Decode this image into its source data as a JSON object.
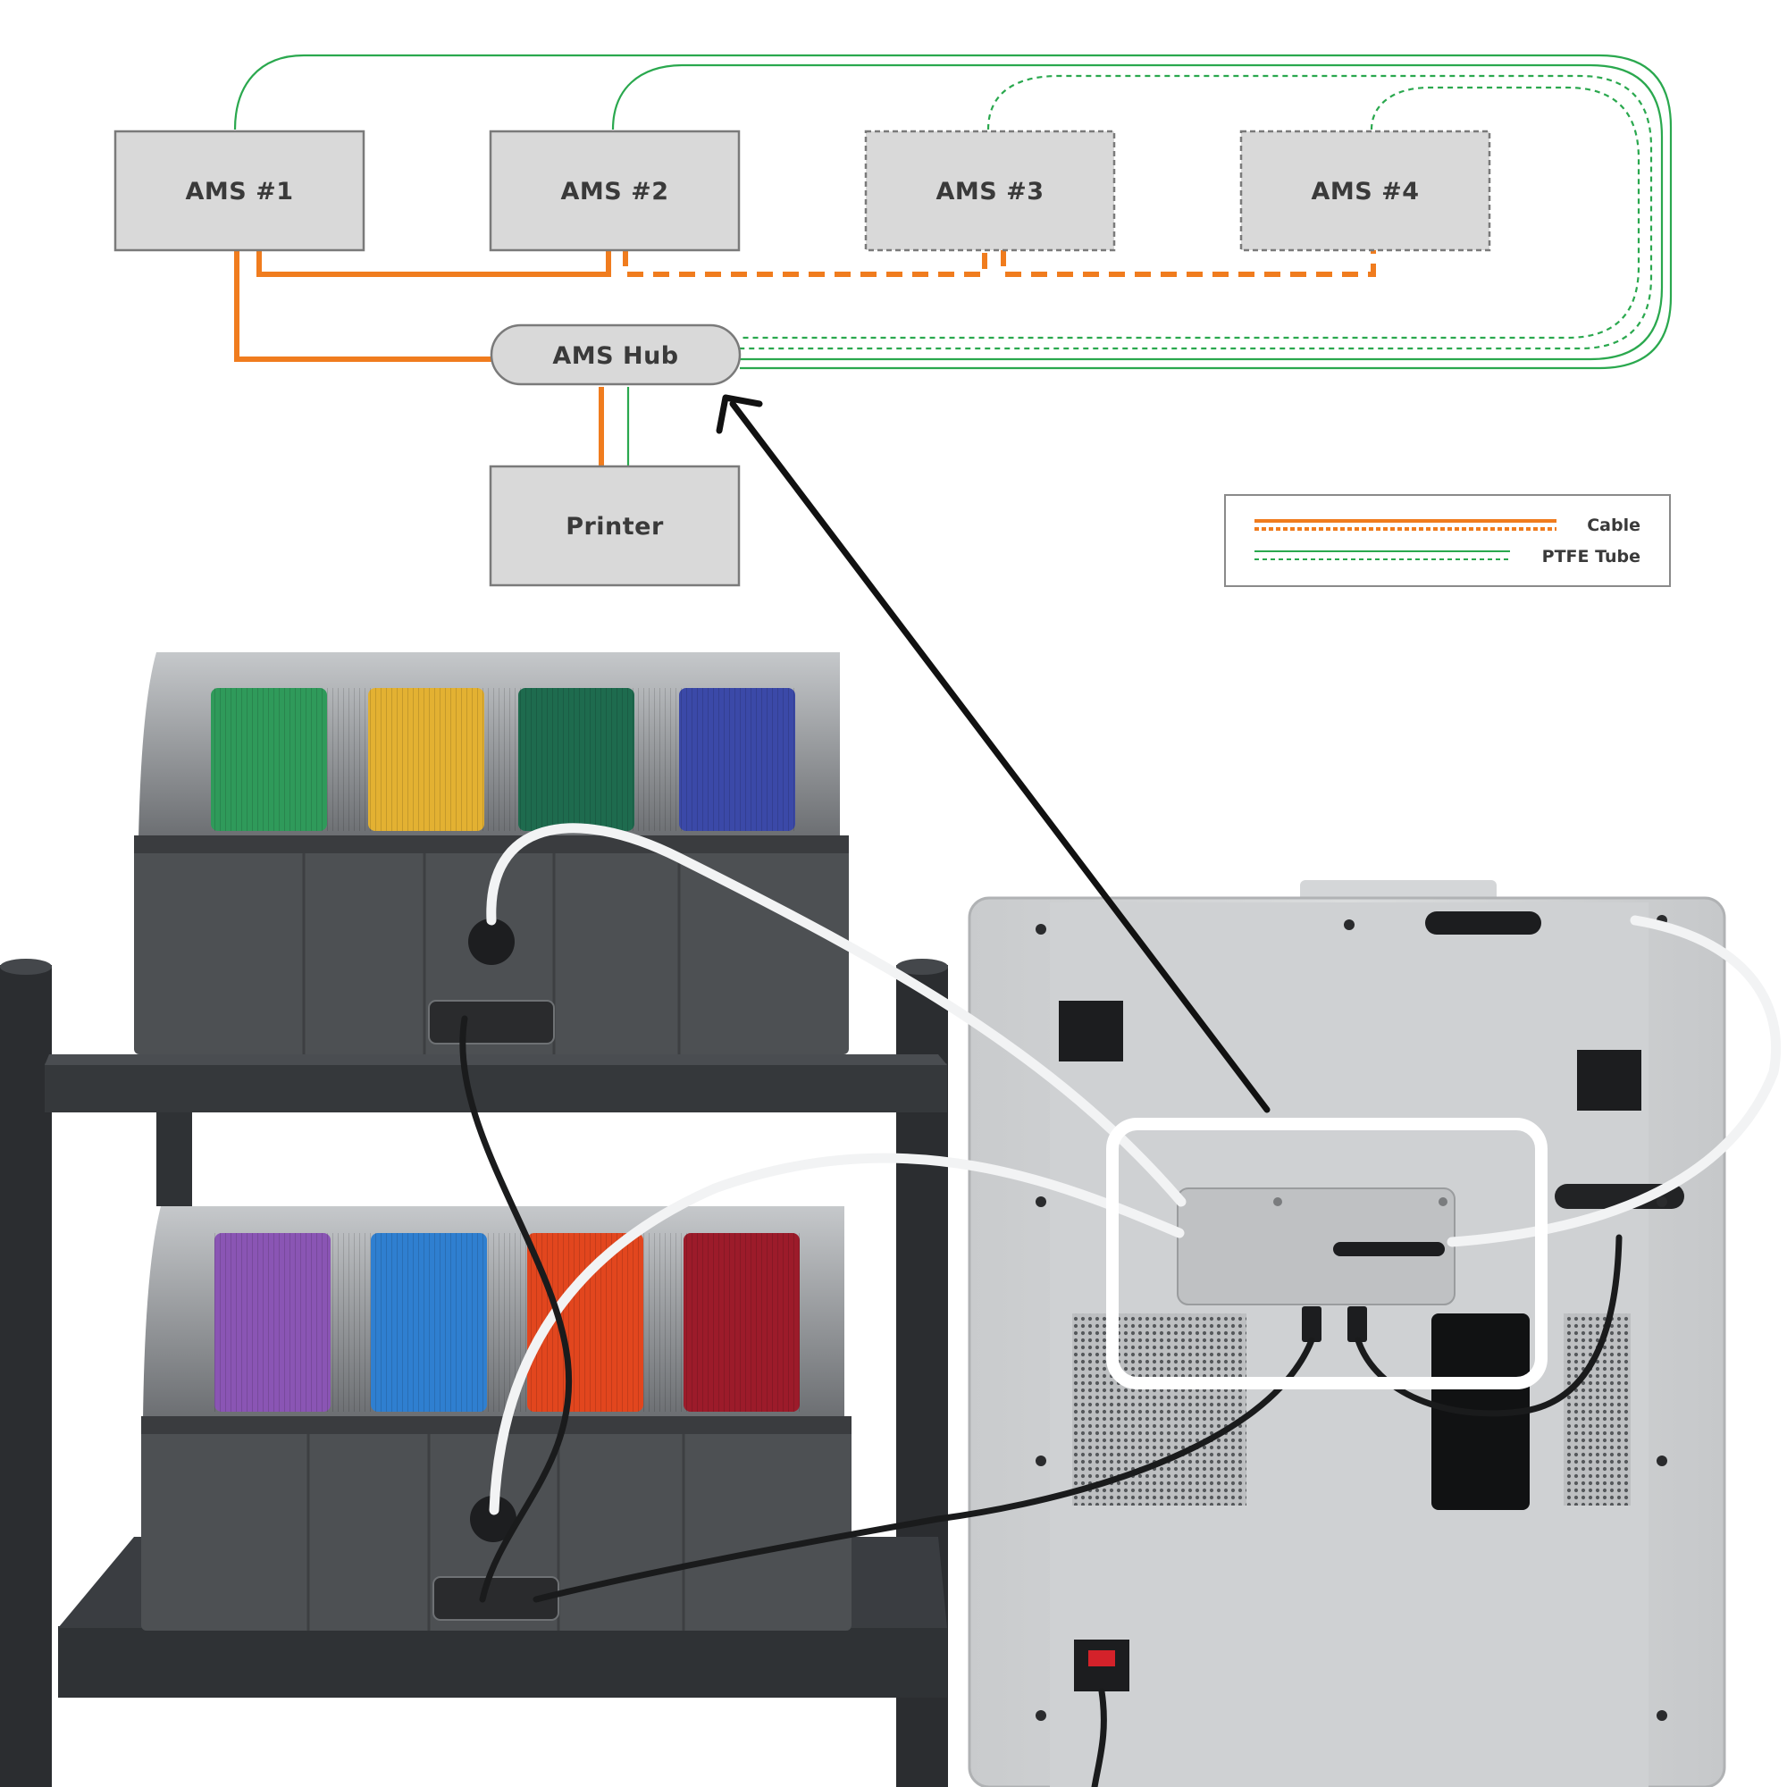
{
  "diagram": {
    "nodes": {
      "ams1": "AMS #1",
      "ams2": "AMS #2",
      "ams3": "AMS #3",
      "ams4": "AMS #4",
      "hub": "AMS Hub",
      "printer": "Printer"
    },
    "legend": {
      "cable": "Cable",
      "ptfe": "PTFE Tube"
    },
    "optional_units": [
      "AMS #3",
      "AMS #4"
    ]
  },
  "colors": {
    "cable": "#f07c1e",
    "ptfe": "#2aa84e",
    "node_fill": "#d9d9d9",
    "node_stroke": "#7a7a7a",
    "arrow": "#111111",
    "highlight": "#ffffff"
  },
  "photo": {
    "top_ams_spools": [
      "#2f9a5a",
      "#e3b132",
      "#1e6b4e",
      "#3b49a8"
    ],
    "bottom_ams_spools": [
      "#8a55b4",
      "#2f7fd0",
      "#e2461e",
      "#9c1b2a"
    ]
  }
}
